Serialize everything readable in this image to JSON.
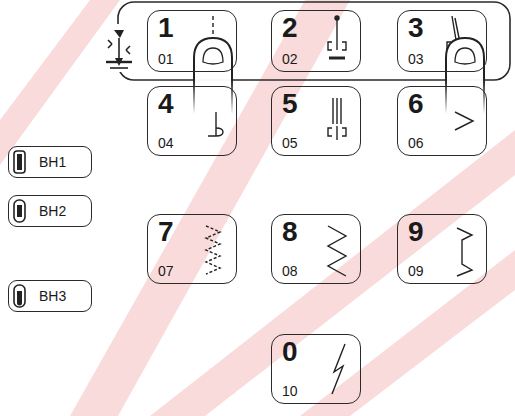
{
  "diagram": {
    "nodes": [
      {
        "text": [
          "1",
          "01"
        ]
      },
      {
        "text": [
          "2",
          "02"
        ]
      },
      {
        "text": [
          "3",
          "03"
        ]
      },
      {
        "text": [
          "BH1"
        ]
      },
      {
        "text": [
          "4",
          "04"
        ]
      },
      {
        "text": [
          "5",
          "05"
        ]
      },
      {
        "text": [
          "6",
          "06"
        ]
      },
      {
        "text": [
          "BH2"
        ]
      },
      {
        "text": [
          "7",
          "07"
        ]
      },
      {
        "text": [
          "8",
          "08"
        ]
      },
      {
        "text": [
          "9",
          "09"
        ]
      },
      {
        "text": [
          "BH3"
        ]
      },
      {
        "text": [
          "0",
          "10"
        ]
      }
    ]
  }
}
